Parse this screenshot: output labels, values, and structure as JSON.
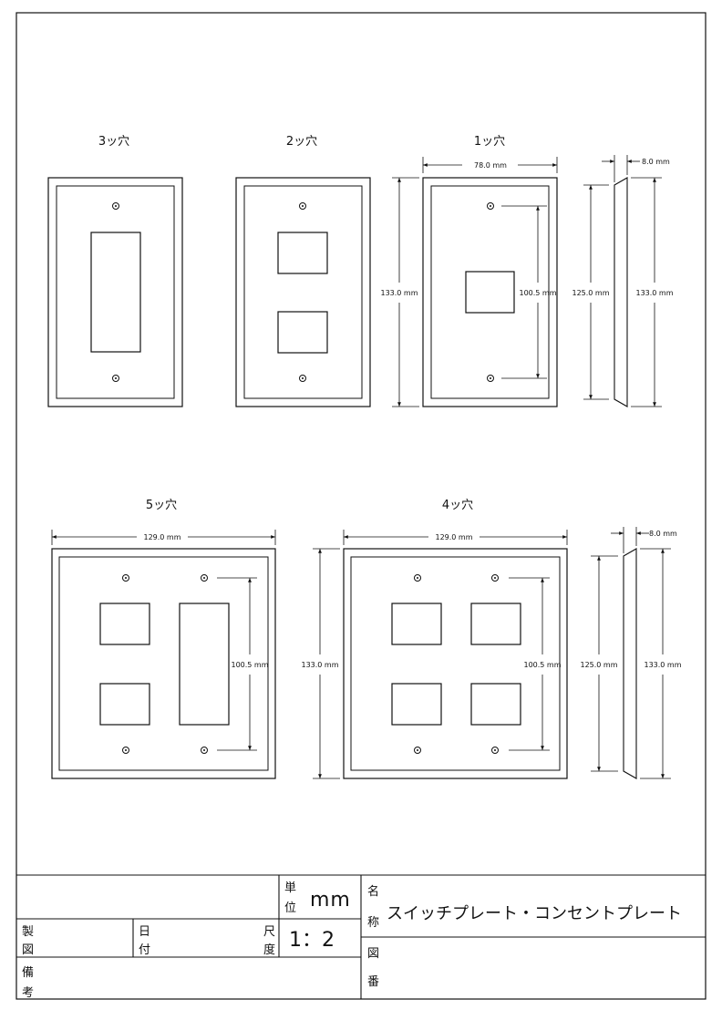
{
  "drawings": {
    "plate_3": {
      "label": "3ッ穴"
    },
    "plate_2": {
      "label": "2ッ穴"
    },
    "plate_1": {
      "label": "1ッ穴",
      "width_dim": "78.0 mm",
      "height_dim": "133.0 mm",
      "screw_dim": "100.5 mm",
      "side_thickness_dim": "8.0 mm",
      "side_inner_dim": "125.0 mm",
      "side_outer_dim": "133.0 mm"
    },
    "plate_5": {
      "label": "5ッ穴",
      "width_dim": "129.0 mm",
      "screw_dim": "100.5 mm"
    },
    "plate_4": {
      "label": "4ッ穴",
      "width_dim": "129.0 mm",
      "height_dim": "133.0 mm",
      "screw_dim": "100.5 mm",
      "side_thickness_dim": "8.0 mm",
      "side_inner_dim": "125.0 mm",
      "side_outer_dim": "133.0 mm"
    }
  },
  "title_block": {
    "unit_label_1": "単",
    "unit_label_2": "位",
    "unit_value": "mm",
    "name_label_1": "名",
    "name_label_2": "称",
    "name_value": "スイッチプレート・コンセントプレート",
    "maker_label_1": "製",
    "maker_label_2": "図",
    "date_label_1": "日",
    "date_label_2": "付",
    "scale_label_1": "尺",
    "scale_label_2": "度",
    "scale_value": "1：2",
    "drawing_no_label_1": "図",
    "drawing_no_label_2": "番",
    "remarks_label_1": "備",
    "remarks_label_2": "考"
  }
}
